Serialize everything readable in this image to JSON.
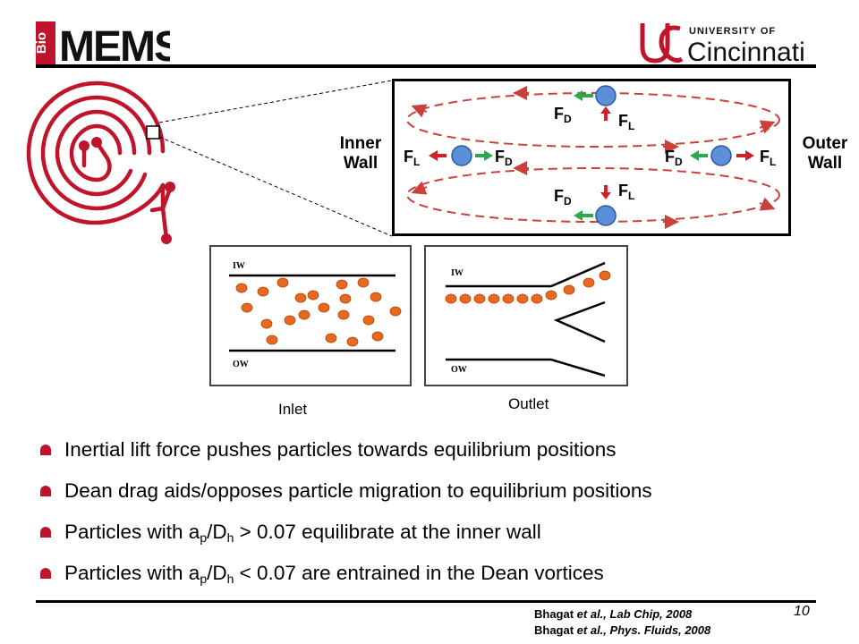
{
  "header": {
    "logo_prefix": "Bio",
    "logo_main": "MEMS",
    "university_top": "UNIVERSITY OF",
    "university_name": "Cincinnati"
  },
  "force_diagram": {
    "inner_wall": [
      "Inner",
      "Wall"
    ],
    "outer_wall": [
      "Outer",
      "Wall"
    ],
    "drag_label": "F",
    "drag_sub": "D",
    "lift_label": "F",
    "lift_sub": "L"
  },
  "panels": {
    "inlet": {
      "caption": "Inlet",
      "iw": "IW",
      "ow": "OW"
    },
    "outlet": {
      "caption": "Outlet",
      "iw": "IW",
      "ow": "OW"
    }
  },
  "bullets": [
    {
      "text": "Inertial lift force pushes particles towards equilibrium positions"
    },
    {
      "text": "Dean drag aids/opposes particle migration to equilibrium positions"
    },
    {
      "pre": "Particles with a",
      "sub1": "p",
      "mid": "/D",
      "sub2": "h",
      "post": " > 0.07 equilibrate at the inner wall"
    },
    {
      "pre": "Particles with a",
      "sub1": "p",
      "mid": "/D",
      "sub2": "h",
      "post": " < 0.07 are entrained in the Dean vortices"
    }
  ],
  "references": {
    "ref1_author": "Bhagat ",
    "ref1_etal": "et al.,",
    "ref1_source": " Lab Chip, 2008",
    "ref2_author": "Bhagat ",
    "ref2_etal": "et al.,",
    "ref2_source": " Phys. Fluids, 2008"
  },
  "page_number": "10",
  "colors": {
    "brand_red": "#c0142c",
    "particle_orange": "#e8691e",
    "particle_blue": "#5b8fd8",
    "vortex_red": "#c9413a",
    "drag_green": "#2ea84a",
    "lift_red": "#d0202a"
  }
}
